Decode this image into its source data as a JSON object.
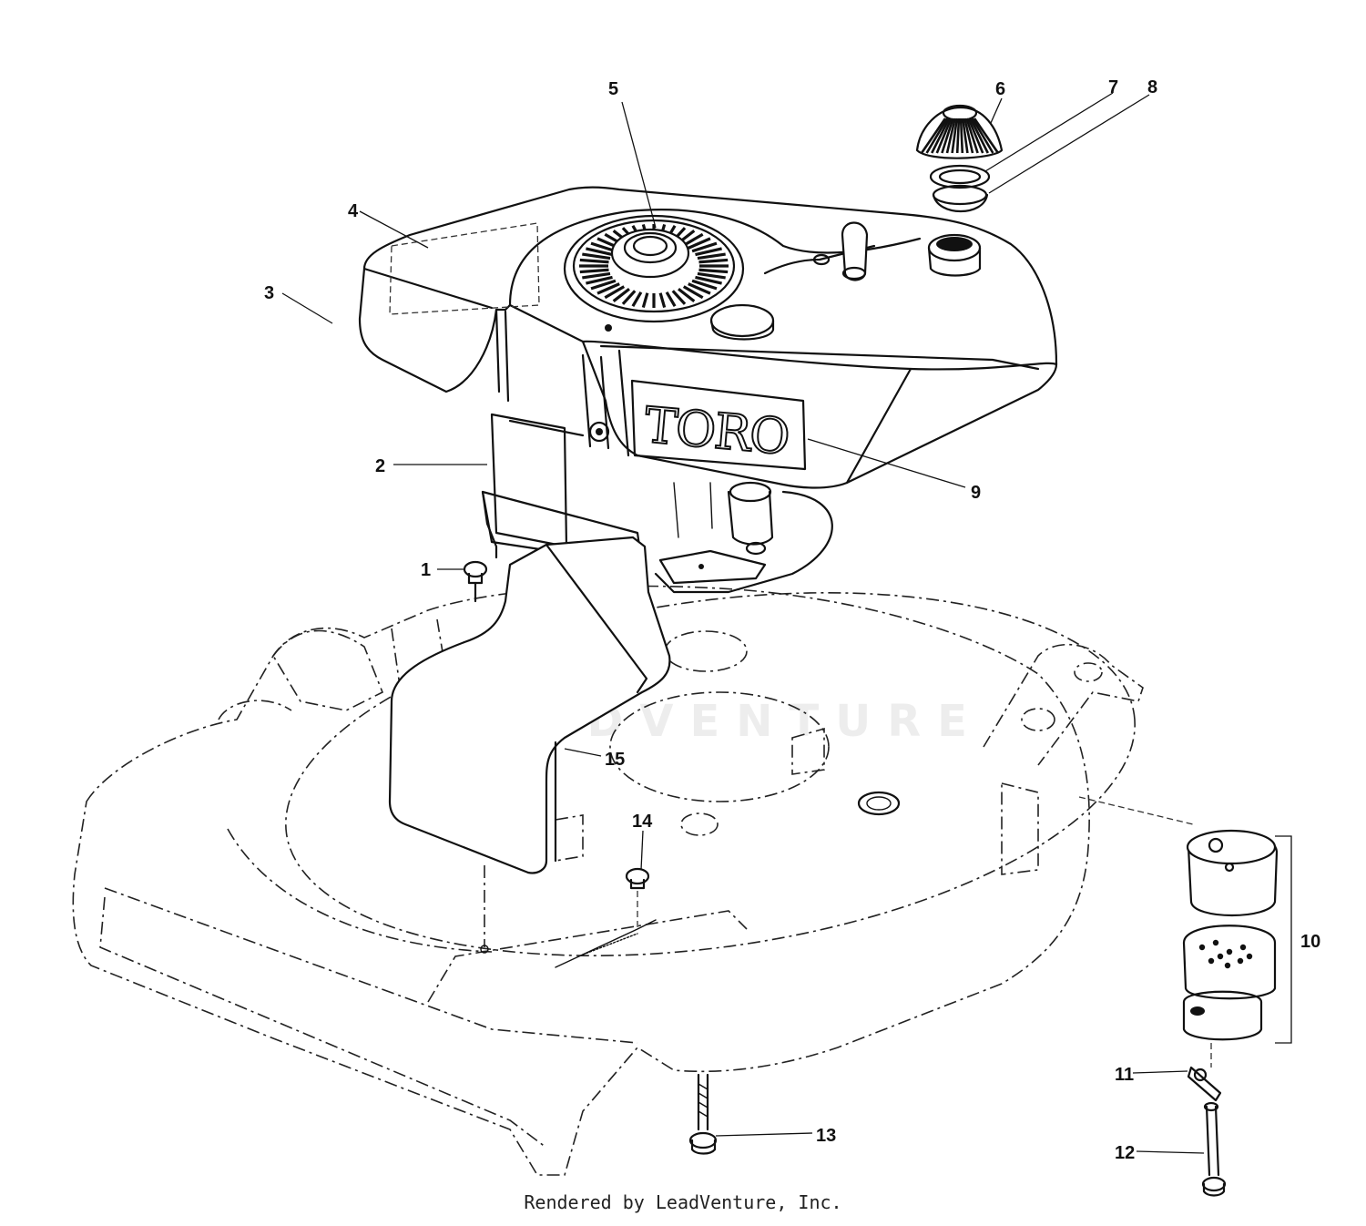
{
  "diagram": {
    "callouts": [
      {
        "id": "c1",
        "label": "1"
      },
      {
        "id": "c2",
        "label": "2"
      },
      {
        "id": "c3",
        "label": "3"
      },
      {
        "id": "c4",
        "label": "4"
      },
      {
        "id": "c5",
        "label": "5"
      },
      {
        "id": "c6",
        "label": "6"
      },
      {
        "id": "c7",
        "label": "7"
      },
      {
        "id": "c8",
        "label": "8"
      },
      {
        "id": "c9",
        "label": "9"
      },
      {
        "id": "c10",
        "label": "10"
      },
      {
        "id": "c11",
        "label": "11"
      },
      {
        "id": "c12",
        "label": "12"
      },
      {
        "id": "c13",
        "label": "13"
      },
      {
        "id": "c14",
        "label": "14"
      },
      {
        "id": "c15",
        "label": "15"
      }
    ],
    "logo_text": "TORO",
    "watermark_text": "LEADVENTURE"
  },
  "footer": {
    "text": "Rendered by LeadVenture, Inc."
  }
}
